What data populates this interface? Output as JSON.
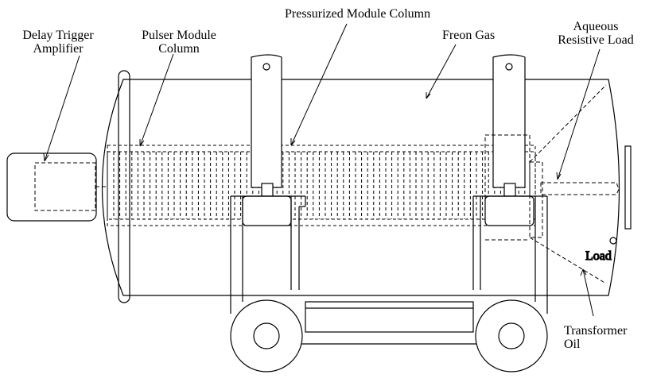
{
  "labels": {
    "delay_trigger": [
      "Delay Trigger",
      "Amplifier"
    ],
    "pulser_module": [
      "Pulser Module",
      "Column"
    ],
    "pressurized_module": "Pressurized Module Column",
    "freon_gas": "Freon Gas",
    "aqueous_load": [
      "Aqueous",
      "Resistive Load"
    ],
    "load_letter": "Load",
    "transformer_oil": [
      "Transformer",
      "Oil"
    ]
  },
  "colors": {
    "line": "#000000",
    "background": "#ffffff"
  }
}
